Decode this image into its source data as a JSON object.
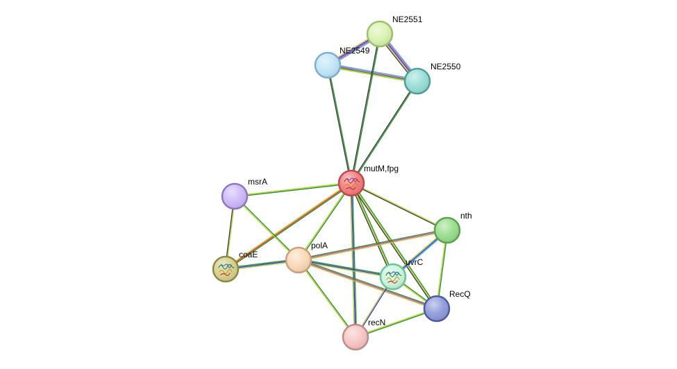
{
  "nodes": [
    {
      "id": "NE2551",
      "label": "NE2551",
      "color": "#d9f2b0",
      "stroke": "#9bc06a",
      "structure": false
    },
    {
      "id": "NE2549",
      "label": "NE2549",
      "color": "#bfe5f8",
      "stroke": "#7aaecb",
      "structure": false
    },
    {
      "id": "NE2550",
      "label": "NE2550",
      "color": "#96ddd6",
      "stroke": "#4e9f97",
      "structure": false
    },
    {
      "id": "mutM,fpg",
      "label": "mutM,fpg",
      "color": "#f07c7c",
      "stroke": "#c04848",
      "structure": true
    },
    {
      "id": "msrA",
      "label": "msrA",
      "color": "#cdb8f7",
      "stroke": "#8f74c4",
      "structure": false
    },
    {
      "id": "nth",
      "label": "nth",
      "color": "#97dc8a",
      "stroke": "#5aa24d",
      "structure": false
    },
    {
      "id": "coaE",
      "label": "coaE",
      "color": "#d5d08c",
      "stroke": "#8d8944",
      "structure": true
    },
    {
      "id": "polA",
      "label": "polA",
      "color": "#fad8b6",
      "stroke": "#c8a07a",
      "structure": false
    },
    {
      "id": "uvrC",
      "label": "uvrC",
      "color": "#c9f5dc",
      "stroke": "#6cc395",
      "structure": true
    },
    {
      "id": "RecQ",
      "label": "RecQ",
      "color": "#8e9ad9",
      "stroke": "#4d5aa2",
      "structure": false
    },
    {
      "id": "recN",
      "label": "recN",
      "color": "#f6c4c4",
      "stroke": "#c08a8a",
      "structure": false
    }
  ],
  "edge_colors": {
    "known_database": "#36b0c9",
    "experimental": "#cc33aa",
    "gene_neighborhood": "#1f8f1f",
    "gene_fusion": "#e41a1c",
    "cooccurrence": "#2b2bd0",
    "textmining": "#b8cc2e",
    "coexpression": "#333333",
    "homology": "#9fb3e6"
  },
  "edges": [
    {
      "source": "NE2551",
      "target": "NE2549",
      "evidence": [
        "known_database",
        "experimental",
        "cooccurrence",
        "textmining"
      ]
    },
    {
      "source": "NE2551",
      "target": "NE2550",
      "evidence": [
        "known_database",
        "experimental",
        "cooccurrence",
        "textmining",
        "coexpression"
      ]
    },
    {
      "source": "NE2549",
      "target": "NE2550",
      "evidence": [
        "known_database",
        "experimental",
        "gene_neighborhood",
        "textmining"
      ]
    },
    {
      "source": "NE2551",
      "target": "mutM,fpg",
      "evidence": [
        "gene_neighborhood",
        "coexpression"
      ]
    },
    {
      "source": "NE2549",
      "target": "mutM,fpg",
      "evidence": [
        "gene_neighborhood",
        "coexpression"
      ]
    },
    {
      "source": "NE2550",
      "target": "mutM,fpg",
      "evidence": [
        "gene_neighborhood",
        "coexpression"
      ]
    },
    {
      "source": "mutM,fpg",
      "target": "msrA",
      "evidence": [
        "gene_neighborhood",
        "textmining"
      ]
    },
    {
      "source": "mutM,fpg",
      "target": "nth",
      "evidence": [
        "textmining",
        "coexpression"
      ]
    },
    {
      "source": "mutM,fpg",
      "target": "coaE",
      "evidence": [
        "gene_neighborhood",
        "gene_fusion",
        "textmining"
      ]
    },
    {
      "source": "mutM,fpg",
      "target": "polA",
      "evidence": [
        "gene_neighborhood",
        "textmining"
      ]
    },
    {
      "source": "mutM,fpg",
      "target": "uvrC",
      "evidence": [
        "gene_neighborhood",
        "textmining",
        "coexpression"
      ]
    },
    {
      "source": "mutM,fpg",
      "target": "RecQ",
      "evidence": [
        "gene_neighborhood",
        "textmining",
        "coexpression"
      ]
    },
    {
      "source": "mutM,fpg",
      "target": "recN",
      "evidence": [
        "gene_neighborhood",
        "cooccurrence",
        "textmining"
      ]
    },
    {
      "source": "msrA",
      "target": "coaE",
      "evidence": [
        "textmining",
        "coexpression"
      ]
    },
    {
      "source": "msrA",
      "target": "polA",
      "evidence": [
        "gene_neighborhood",
        "textmining"
      ]
    },
    {
      "source": "coaE",
      "target": "polA",
      "evidence": [
        "gene_neighborhood",
        "cooccurrence",
        "textmining"
      ]
    },
    {
      "source": "polA",
      "target": "nth",
      "evidence": [
        "gene_neighborhood",
        "experimental",
        "textmining"
      ]
    },
    {
      "source": "polA",
      "target": "uvrC",
      "evidence": [
        "gene_neighborhood",
        "cooccurrence",
        "textmining"
      ]
    },
    {
      "source": "polA",
      "target": "RecQ",
      "evidence": [
        "gene_neighborhood",
        "experimental",
        "textmining"
      ]
    },
    {
      "source": "polA",
      "target": "recN",
      "evidence": [
        "gene_neighborhood",
        "textmining"
      ]
    },
    {
      "source": "nth",
      "target": "uvrC",
      "evidence": [
        "known_database",
        "cooccurrence",
        "textmining"
      ]
    },
    {
      "source": "nth",
      "target": "RecQ",
      "evidence": [
        "gene_neighborhood",
        "textmining"
      ]
    },
    {
      "source": "uvrC",
      "target": "RecQ",
      "evidence": [
        "gene_neighborhood",
        "textmining"
      ]
    },
    {
      "source": "uvrC",
      "target": "recN",
      "evidence": [
        "cooccurrence",
        "textmining"
      ]
    },
    {
      "source": "RecQ",
      "target": "recN",
      "evidence": [
        "gene_neighborhood",
        "textmining"
      ]
    }
  ]
}
